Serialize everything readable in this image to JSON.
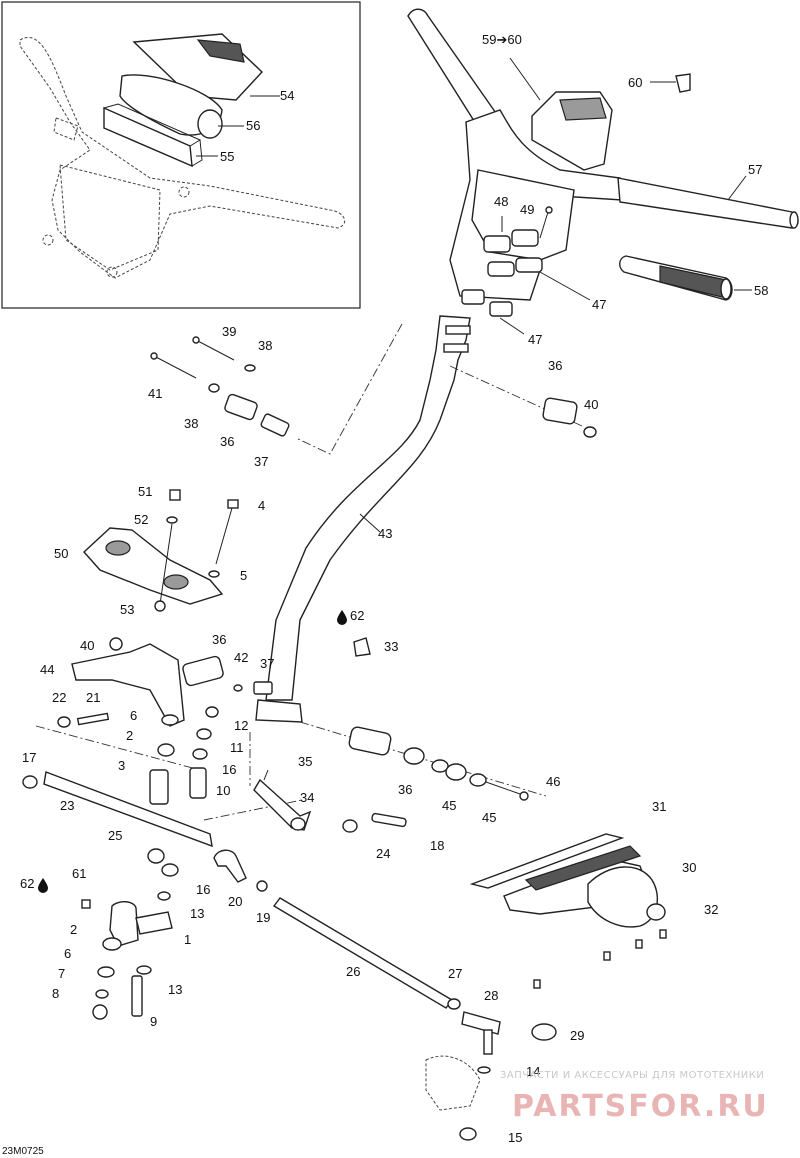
{
  "diagram_code": "23M0725",
  "watermark": {
    "subtitle": "ЗАПЧАСТИ И АКСЕССУАРЫ ДЛЯ МОТОТЕХНИКИ",
    "brand": "PARTSFOR.RU"
  },
  "callouts": [
    {
      "id": "54",
      "text": "54"
    },
    {
      "id": "56",
      "text": "56"
    },
    {
      "id": "55",
      "text": "55"
    },
    {
      "id": "59-60",
      "text": "59➔60"
    },
    {
      "id": "60",
      "text": "60"
    },
    {
      "id": "57",
      "text": "57"
    },
    {
      "id": "48",
      "text": "48"
    },
    {
      "id": "49",
      "text": "49"
    },
    {
      "id": "58",
      "text": "58"
    },
    {
      "id": "47a",
      "text": "47"
    },
    {
      "id": "47b",
      "text": "47"
    },
    {
      "id": "39",
      "text": "39"
    },
    {
      "id": "38a",
      "text": "38"
    },
    {
      "id": "41",
      "text": "41"
    },
    {
      "id": "38b",
      "text": "38"
    },
    {
      "id": "36a",
      "text": "36"
    },
    {
      "id": "37a",
      "text": "37"
    },
    {
      "id": "36b",
      "text": "36"
    },
    {
      "id": "40a",
      "text": "40"
    },
    {
      "id": "43",
      "text": "43"
    },
    {
      "id": "51",
      "text": "51"
    },
    {
      "id": "4",
      "text": "4"
    },
    {
      "id": "52",
      "text": "52"
    },
    {
      "id": "50",
      "text": "50"
    },
    {
      "id": "5",
      "text": "5"
    },
    {
      "id": "53",
      "text": "53"
    },
    {
      "id": "62a",
      "text": "62"
    },
    {
      "id": "40b",
      "text": "40"
    },
    {
      "id": "36c",
      "text": "36"
    },
    {
      "id": "33",
      "text": "33"
    },
    {
      "id": "44",
      "text": "44"
    },
    {
      "id": "42",
      "text": "42"
    },
    {
      "id": "37b",
      "text": "37"
    },
    {
      "id": "22",
      "text": "22"
    },
    {
      "id": "21",
      "text": "21"
    },
    {
      "id": "6a",
      "text": "6"
    },
    {
      "id": "12",
      "text": "12"
    },
    {
      "id": "2a",
      "text": "2"
    },
    {
      "id": "11",
      "text": "11"
    },
    {
      "id": "35",
      "text": "35"
    },
    {
      "id": "36d",
      "text": "36"
    },
    {
      "id": "17",
      "text": "17"
    },
    {
      "id": "3",
      "text": "3"
    },
    {
      "id": "16a",
      "text": "16"
    },
    {
      "id": "46",
      "text": "46"
    },
    {
      "id": "23",
      "text": "23"
    },
    {
      "id": "10",
      "text": "10"
    },
    {
      "id": "34",
      "text": "34"
    },
    {
      "id": "45a",
      "text": "45"
    },
    {
      "id": "45b",
      "text": "45"
    },
    {
      "id": "31",
      "text": "31"
    },
    {
      "id": "25",
      "text": "25"
    },
    {
      "id": "18",
      "text": "18"
    },
    {
      "id": "24",
      "text": "24"
    },
    {
      "id": "30",
      "text": "30"
    },
    {
      "id": "16b",
      "text": "16"
    },
    {
      "id": "62b",
      "text": "62"
    },
    {
      "id": "61",
      "text": "61"
    },
    {
      "id": "20",
      "text": "20"
    },
    {
      "id": "13a",
      "text": "13"
    },
    {
      "id": "19",
      "text": "19"
    },
    {
      "id": "32",
      "text": "32"
    },
    {
      "id": "1",
      "text": "1"
    },
    {
      "id": "2b",
      "text": "2"
    },
    {
      "id": "6b",
      "text": "6"
    },
    {
      "id": "26",
      "text": "26"
    },
    {
      "id": "27",
      "text": "27"
    },
    {
      "id": "7",
      "text": "7"
    },
    {
      "id": "13b",
      "text": "13"
    },
    {
      "id": "28",
      "text": "28"
    },
    {
      "id": "8",
      "text": "8"
    },
    {
      "id": "9",
      "text": "9"
    },
    {
      "id": "29",
      "text": "29"
    },
    {
      "id": "14",
      "text": "14"
    },
    {
      "id": "15",
      "text": "15"
    }
  ]
}
